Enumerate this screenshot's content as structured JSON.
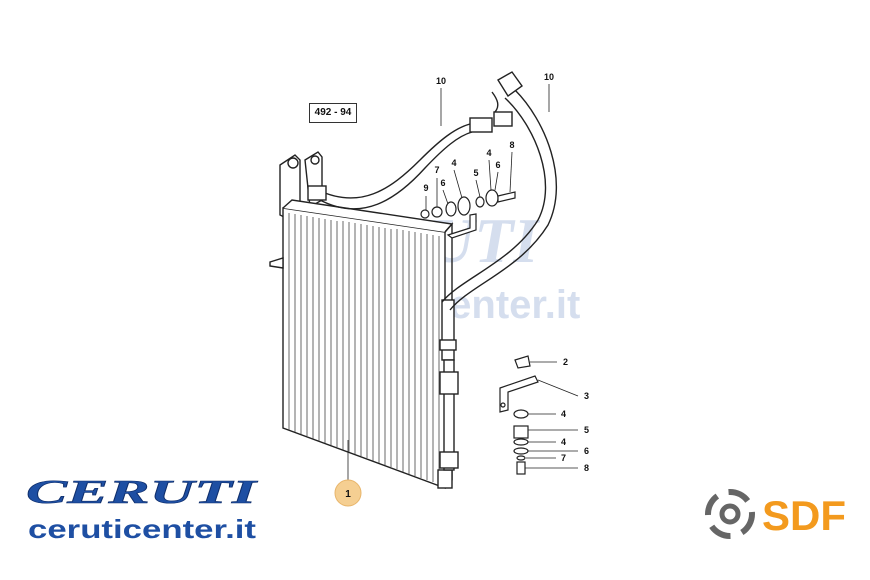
{
  "diagram": {
    "reference_code": "492 - 94",
    "callouts": {
      "c1": "1",
      "c2": "2",
      "c3": "3",
      "c4a": "4",
      "c4b": "4",
      "c4c": "4",
      "c4d": "4",
      "c5a": "5",
      "c5b": "5",
      "c6a": "6",
      "c6b": "6",
      "c6c": "6",
      "c7a": "7",
      "c7b": "7",
      "c8a": "8",
      "c8b": "8",
      "c9": "9",
      "c10a": "10",
      "c10b": "10"
    },
    "highlight_color": "#f5cf92",
    "line_color": "#222222"
  },
  "branding": {
    "ceruti_logo": "CERUTI",
    "ceruti_url": "ceruticenter.it",
    "ceruti_color": "#1e4fa3",
    "sdf_logo": "SDF",
    "sdf_color": "#f39a1e",
    "watermark_line1": "CERUTI",
    "watermark_line2": "ceruticenter.it"
  }
}
